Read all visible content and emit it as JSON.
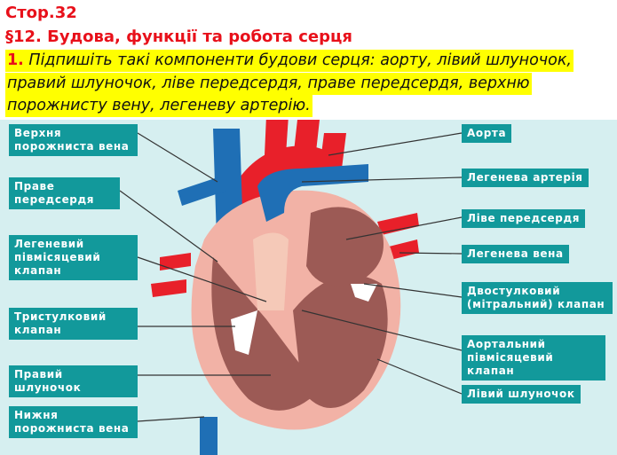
{
  "header": {
    "page": "Стор.32",
    "section": "§12. Будова, функції та робота серця"
  },
  "task": {
    "number": "1.",
    "lines": [
      "Підпишіть такі компоненти будови серця: аорту, лівий шлуночок,",
      "правий шлуночок, ліве передсердя, праве передсердя, верхню",
      "порожнисту вену, легеневу артерію."
    ]
  },
  "labels_left": [
    "Верхня порожниста вена",
    "Праве передсердя",
    "Легеневий півмісяцевий клапан",
    "Тристулковий клапан",
    "Правий шлуночок",
    "Нижня порожниста вена"
  ],
  "labels_right": [
    "Аорта",
    "Легенева артерія",
    "Ліве передсердя",
    "Легенева вена",
    "Двостулковий (мітральний) клапан",
    "Аортальний півмісяцевий клапан",
    "Лівий шлуночок"
  ],
  "colors": {
    "header": "#e8101a",
    "highlight": "#ffff00",
    "label_bg": "#12999b",
    "background": "#d6eff0",
    "vein": "#1f6fb5",
    "artery": "#e8202a",
    "muscle": "#c98a8a"
  }
}
